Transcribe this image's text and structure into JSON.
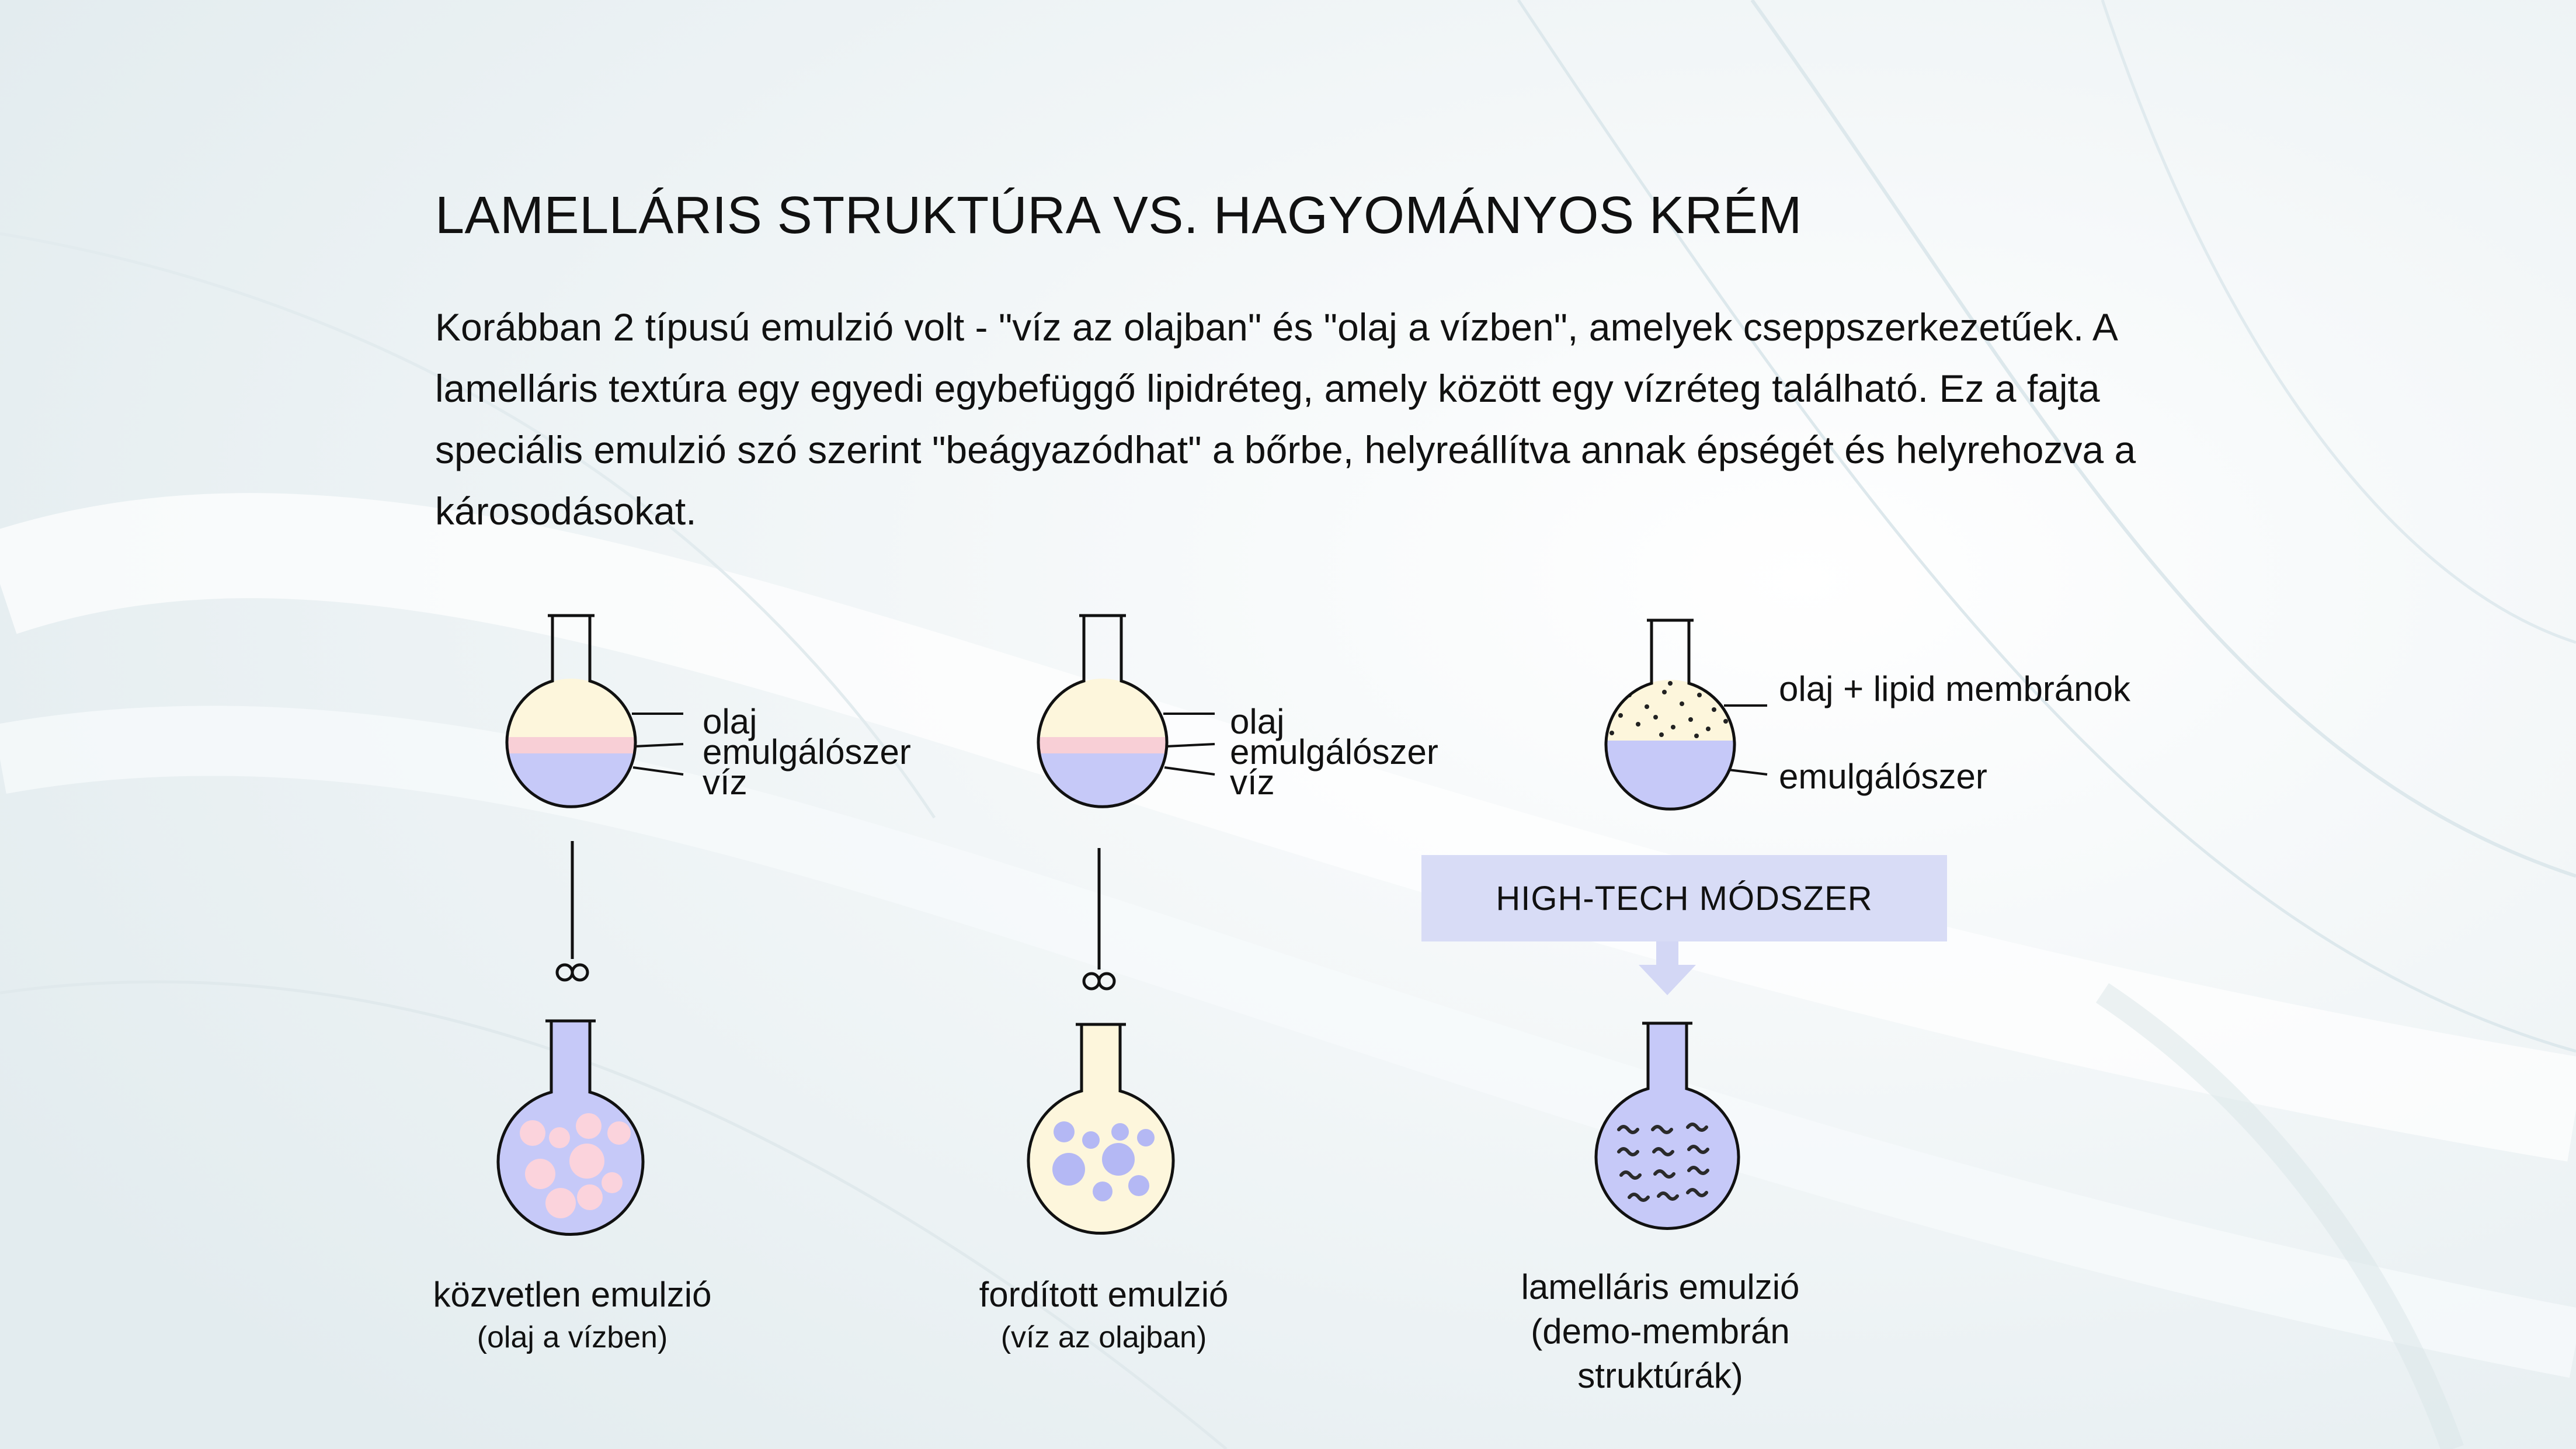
{
  "title": "LAMELLÁRIS STRUKTÚRA VS. HAGYOMÁNYOS KRÉM",
  "intro": "Korábban 2 típusú emulzió volt - \"víz az olajban\" és \"olaj a vízben\", amelyek cseppszerkezetűek. A lamelláris textúra egy egyedi egybefüggő lipidréteg, amely között egy vízréteg található. Ez a fajta speciális emulzió szó szerint \"beágyazódhat\" a bőrbe, helyreállítva annak épségét és helyrehozva a károsodásokat.",
  "flask1": {
    "labels": [
      "olaj",
      "emulgálószer",
      "víz"
    ],
    "caption": "közvetlen emulzió",
    "subcaption": "(olaj a vízben)"
  },
  "flask2": {
    "labels": [
      "olaj",
      "emulgálószer",
      "víz"
    ],
    "caption": "fordított emulzió",
    "subcaption": "(víz az olajban)"
  },
  "flask3": {
    "label_top": "olaj + lipid membránok",
    "label_bottom": "emulgálószer",
    "method": "HIGH-TECH MÓDSZER",
    "caption_lines": [
      "lamelláris emulzió",
      "(demo-membrán",
      "struktúrák)"
    ]
  },
  "colors": {
    "oil": "#fdf6dc",
    "emulsifier": "#f8cfd6",
    "water": "#c6c9f8",
    "oil_droplet": "#fbd3dc",
    "water_droplet": "#b4b8f4",
    "arrow": "#d3d7f5",
    "method_box": "#d8dcf6"
  }
}
